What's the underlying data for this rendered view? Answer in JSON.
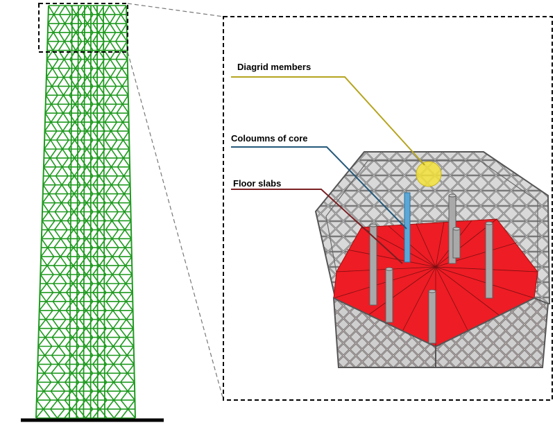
{
  "labels": {
    "diagrid": "Diagrid  members",
    "core_columns": "Coloumns of core",
    "floor_slabs": "Floor slabs"
  },
  "colors": {
    "diagrid_lattice": "#1f9a1f",
    "ground": "#000000",
    "diagrid_leader": "#b5a41e",
    "diagrid_highlight": "#f2e23a",
    "core_leader": "#24587a",
    "core_column": "#5aa7d6",
    "slab_leader": "#7a1f22",
    "slab": "#ee1c24",
    "facade_frame": "#8c8c8c",
    "column": "#a9a9a9",
    "frame_border": "#000000"
  }
}
